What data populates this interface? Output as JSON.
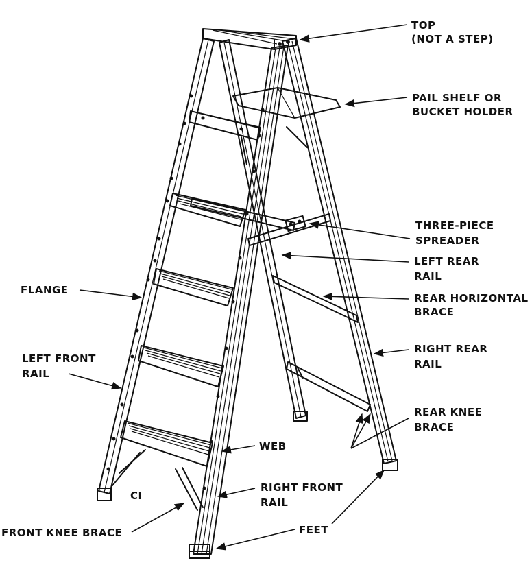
{
  "labels": {
    "top": "TOP",
    "top_note": "(NOT A STEP)",
    "pail_shelf_1": "PAIL SHELF OR",
    "pail_shelf_2": "BUCKET HOLDER",
    "spreader_1": "THREE-PIECE",
    "spreader_2": "SPREADER",
    "left_rear_rail_1": "LEFT REAR",
    "left_rear_rail_2": "RAIL",
    "flange": "FLANGE",
    "rear_horizontal_brace_1": "REAR HORIZONTAL",
    "rear_horizontal_brace_2": "BRACE",
    "left_front_rail_1": "LEFT FRONT",
    "left_front_rail_2": "RAIL",
    "right_rear_rail_1": "RIGHT REAR",
    "right_rear_rail_2": "RAIL",
    "rear_knee_brace_1": "REAR KNEE",
    "rear_knee_brace_2": "BRACE",
    "web": "WEB",
    "ci": "CI",
    "right_front_rail_1": "RIGHT FRONT",
    "right_front_rail_2": "RAIL",
    "front_knee_brace": "FRONT KNEE BRACE",
    "feet": "FEET"
  }
}
